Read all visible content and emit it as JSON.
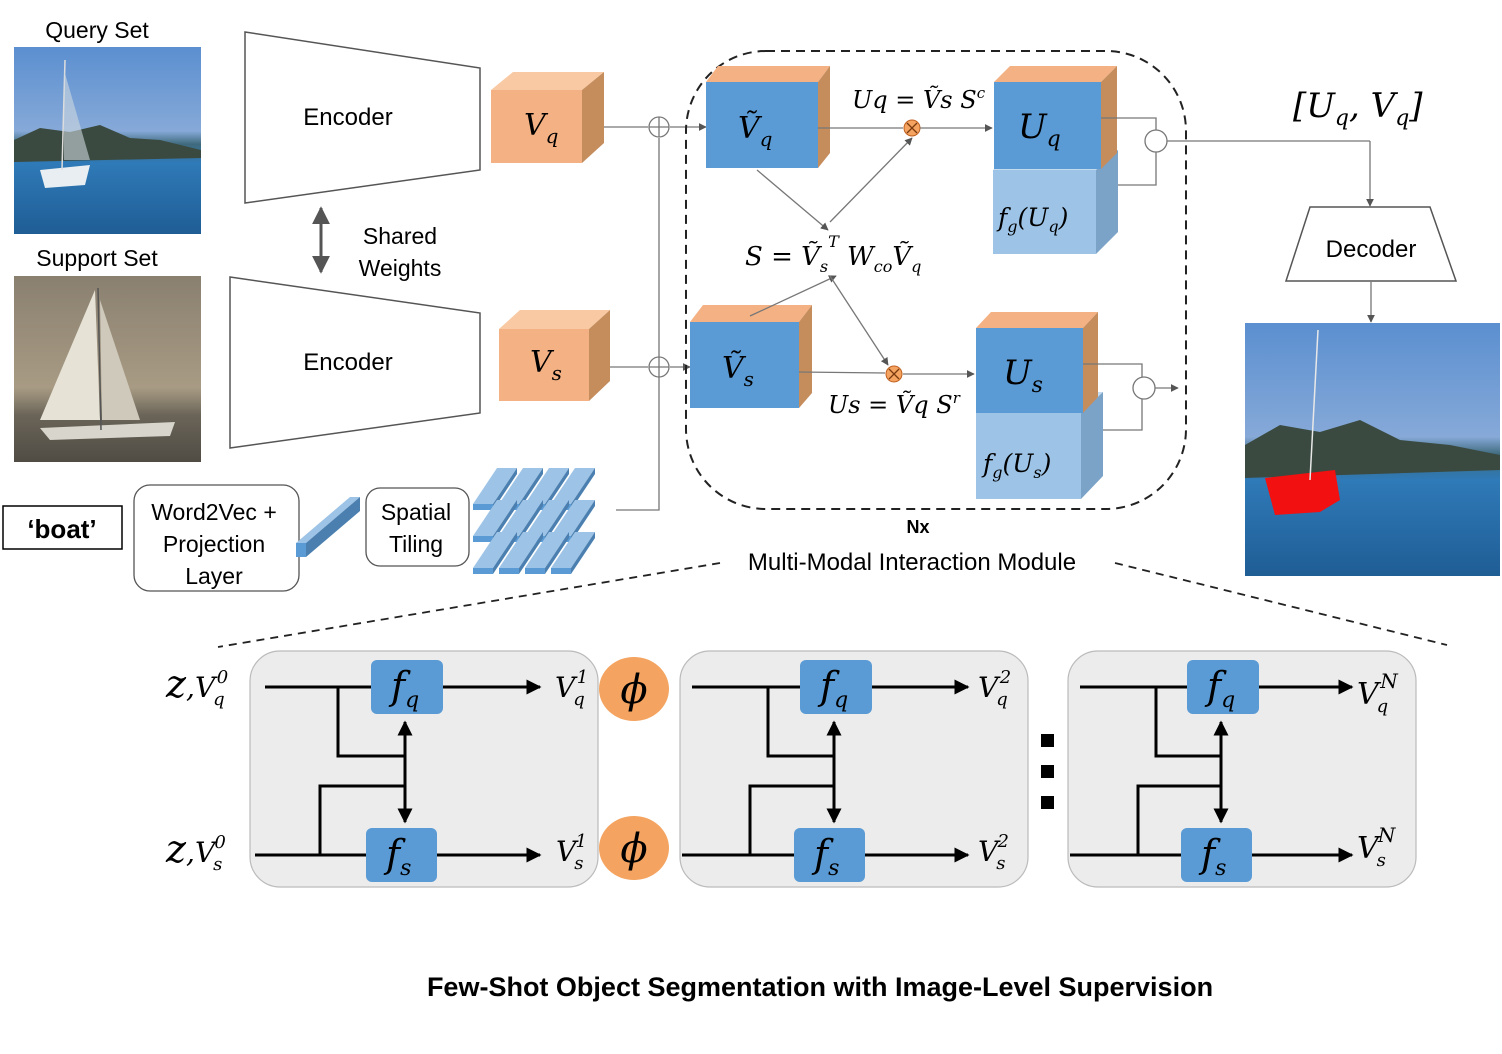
{
  "title": "Few-Shot Object Segmentation with Image-Level Supervision",
  "labels": {
    "query_set": "Query Set",
    "support_set": "Support Set",
    "encoder_top": "Encoder",
    "encoder_bottom": "Encoder",
    "shared_weights_1": "Shared",
    "shared_weights_2": "Weights",
    "word": "‘boat’",
    "w2v_1": "Word2Vec +",
    "w2v_2": "Projection",
    "w2v_3": "Layer",
    "tiling_1": "Spatial",
    "tiling_2": "Tiling",
    "decoder": "Decoder",
    "nx": "Nx",
    "module": "Multi-Modal Interaction Module"
  },
  "math": {
    "vq": "V",
    "vq_sub": "q",
    "vs": "V",
    "vs_sub": "s",
    "vq_tilde": "Ṽ",
    "vs_tilde": "Ṽ",
    "uq_eq": "U",
    "uq_eq_rest": "q = Ṽs S",
    "uq_eq_sup": "c",
    "us_eq": "U",
    "us_eq_rest": "s = Ṽq S",
    "us_eq_sup": "r",
    "s_eq_a": "S = Ṽ",
    "s_eq_s": "s",
    "s_eq_T": "T",
    "s_eq_b": " W",
    "s_eq_co": "co",
    "s_eq_c": "Ṽ",
    "s_eq_q": "q",
    "uq": "U",
    "uq_sub": "q",
    "us": "U",
    "us_sub": "s",
    "fg_uq": "f",
    "fg_uq_rest": "(U",
    "fg_uq_end": ")",
    "fg_us": "f",
    "fg_us_rest": "(U",
    "fg_us_end": ")",
    "g": "g",
    "concat": "[Uq, Vq]"
  },
  "bottom": {
    "z": "z",
    "fq": "f",
    "fs": "f",
    "q": "q",
    "s": "s",
    "phi": "ϕ",
    "V": "V",
    "sup0": "0",
    "sup1": "1",
    "sup2": "2",
    "supN": "N"
  },
  "colors": {
    "blue_cube": "#5b9bd5",
    "blue_cube_side": "#4a7fb0",
    "light_blue": "#9dc3e6",
    "orange_cube": "#f4b183",
    "orange_side": "#c58c5c",
    "phi_orange": "#f4a460",
    "panel_gray": "#ececec"
  }
}
